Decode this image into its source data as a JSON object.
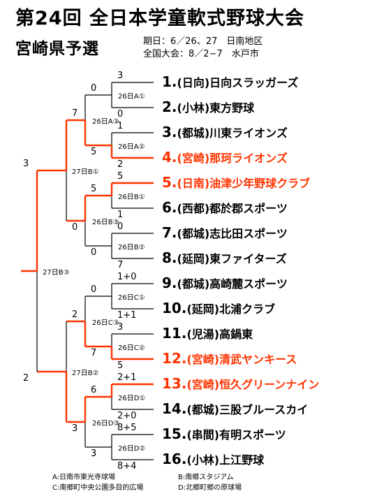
{
  "header": {
    "title": "第24回 全日本学童軟式野球大会",
    "subtitle": "宮崎県予選",
    "schedule": "期日：6／26、27　日南地区",
    "national": "全国大会：8／2−7　水戸市"
  },
  "teams": [
    {
      "num": "1.",
      "name": "(日向)日向スラッガーズ",
      "color": "#000000"
    },
    {
      "num": "2.",
      "name": "(小林)東方野球",
      "color": "#000000"
    },
    {
      "num": "3.",
      "name": "(都城)川東ライオンズ",
      "color": "#000000"
    },
    {
      "num": "4.",
      "name": "(宮崎)那珂ライオンズ",
      "color": "#ff3300"
    },
    {
      "num": "5.",
      "name": "(日南)油津少年野球クラブ",
      "color": "#ff3300"
    },
    {
      "num": "6.",
      "name": "(西都)都於郡スポーツ",
      "color": "#000000"
    },
    {
      "num": "7.",
      "name": "(都城)志比田スポーツ",
      "color": "#000000"
    },
    {
      "num": "8.",
      "name": "(延岡)東ファイターズ",
      "color": "#000000"
    },
    {
      "num": "9.",
      "name": "(都城)高崎麓スポーツ",
      "color": "#000000"
    },
    {
      "num": "10.",
      "name": "(延岡)北浦クラブ",
      "color": "#000000"
    },
    {
      "num": "11.",
      "name": "(児湯)高鍋東",
      "color": "#000000"
    },
    {
      "num": "12.",
      "name": "(宮崎)清武ヤンキース",
      "color": "#ff3300"
    },
    {
      "num": "13.",
      "name": "(宮崎)恒久グリーンナイン",
      "color": "#ff3300"
    },
    {
      "num": "14.",
      "name": "(都城)三股ブルースカイ",
      "color": "#000000"
    },
    {
      "num": "15.",
      "name": "(串間)有明スポーツ",
      "color": "#000000"
    },
    {
      "num": "16.",
      "name": "(小林)上江野球",
      "color": "#000000"
    }
  ],
  "games": {
    "r1": [
      "26日A①",
      "26日A②",
      "26日B①",
      "26日B②",
      "26日C①",
      "26日C②",
      "26日D①",
      "26日D②"
    ],
    "r2": [
      "26日A③",
      "26日B③",
      "26日C③",
      "26日D③"
    ],
    "r3": [
      "27日B①",
      "27日B②"
    ],
    "final": "27日B③"
  },
  "scores": {
    "r1": [
      [
        "3",
        "0"
      ],
      [
        "1",
        "2"
      ],
      [
        "5",
        "1"
      ],
      [
        "0",
        "7"
      ],
      [
        "1+0",
        "1+1"
      ],
      [
        "3",
        "5"
      ],
      [
        "2+1",
        "2+0"
      ],
      [
        "8+5",
        "8+4"
      ]
    ],
    "r2": [
      [
        "0",
        "5"
      ],
      [
        "5",
        "0"
      ],
      [
        "0",
        "7"
      ],
      [
        "6",
        "3"
      ]
    ],
    "r3": [
      [
        "7",
        "0"
      ],
      [
        "2",
        "3"
      ]
    ],
    "final": [
      "3",
      "2"
    ]
  },
  "winners": {
    "r1": [
      0,
      1,
      0,
      1,
      1,
      1,
      0,
      0
    ],
    "r2": [
      1,
      0,
      1,
      0
    ],
    "r3": [
      0,
      1
    ],
    "final": 0
  },
  "colors": {
    "highlight": "#ff3300",
    "line": "#000000"
  },
  "venues": {
    "a": "A:日南市東光寺球場",
    "b": "B:南郷スタジアム",
    "c": "C:南郷町中央公園多目的広場",
    "d": "D:北郷町郷の原球場"
  }
}
